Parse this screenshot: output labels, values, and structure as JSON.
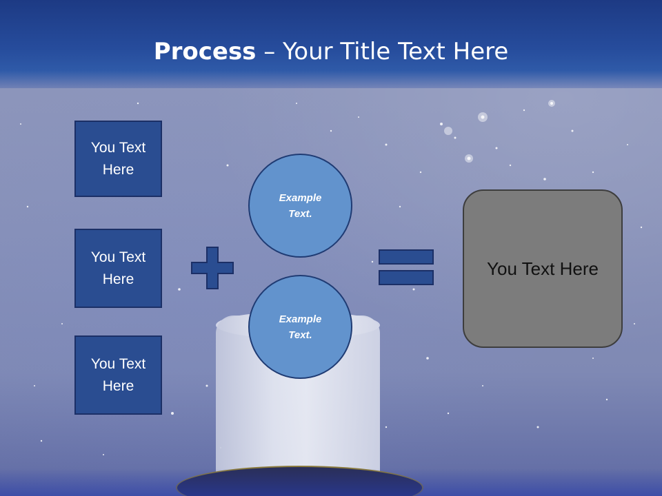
{
  "slide": {
    "title_bold": "Process",
    "title_rest": " – Your Title Text Here",
    "boxes": [
      {
        "label": "You Text Here"
      },
      {
        "label": "You Text Here"
      },
      {
        "label": "You Text Here"
      }
    ],
    "circles": [
      {
        "label": "Example Text."
      },
      {
        "label": "Example Text."
      }
    ],
    "result": {
      "label": "You Text Here"
    }
  },
  "colors": {
    "title_bar": "#264c9c",
    "box_fill": "#2a4d91",
    "circle_fill": "#6293cd",
    "result_fill": "#7c7c7c"
  }
}
